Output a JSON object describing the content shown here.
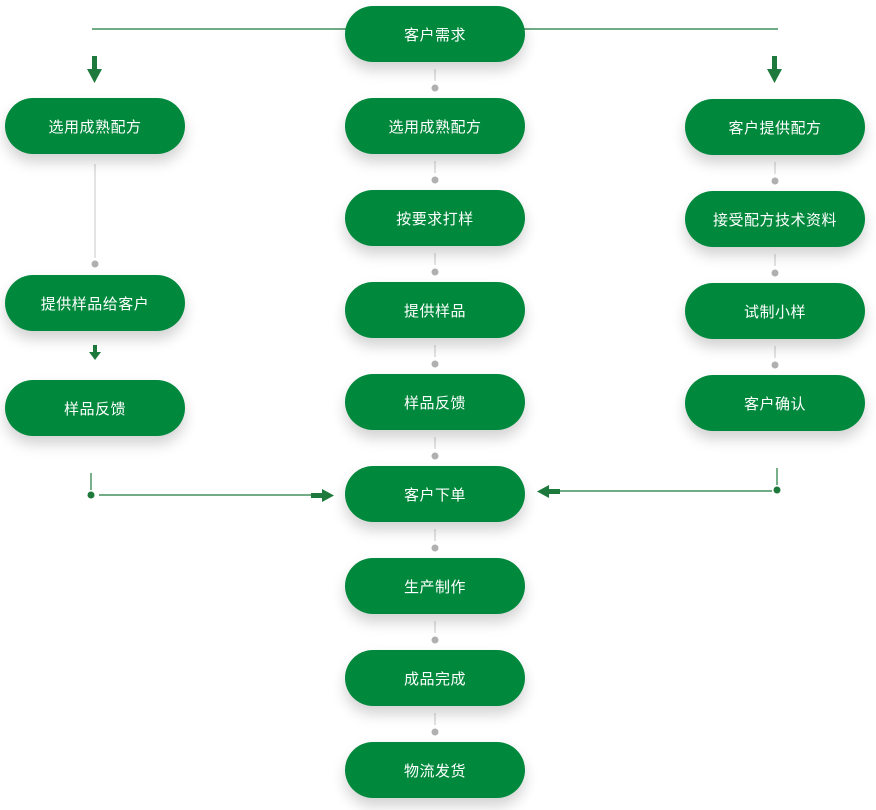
{
  "colors": {
    "node_fill": "#00893d",
    "node_text": "#ffffff",
    "green_line": "#1d7a3c",
    "grey_connector": "#c8c8c8",
    "grey_dot": "#b0b0b0"
  },
  "top": {
    "label": "客户需求"
  },
  "left_column": {
    "steps": [
      {
        "label": "选用成熟配方"
      },
      {
        "label": "提供样品给客户"
      },
      {
        "label": "样品反馈"
      }
    ]
  },
  "center_column": {
    "steps": [
      {
        "label": "选用成熟配方"
      },
      {
        "label": "按要求打样"
      },
      {
        "label": "提供样品"
      },
      {
        "label": "样品反馈"
      },
      {
        "label": "客户下单"
      },
      {
        "label": "生产制作"
      },
      {
        "label": "成品完成"
      },
      {
        "label": "物流发货"
      }
    ]
  },
  "right_column": {
    "steps": [
      {
        "label": "客户提供配方"
      },
      {
        "label": "接受配方技术资料"
      },
      {
        "label": "试制小样"
      },
      {
        "label": "客户确认"
      }
    ]
  }
}
